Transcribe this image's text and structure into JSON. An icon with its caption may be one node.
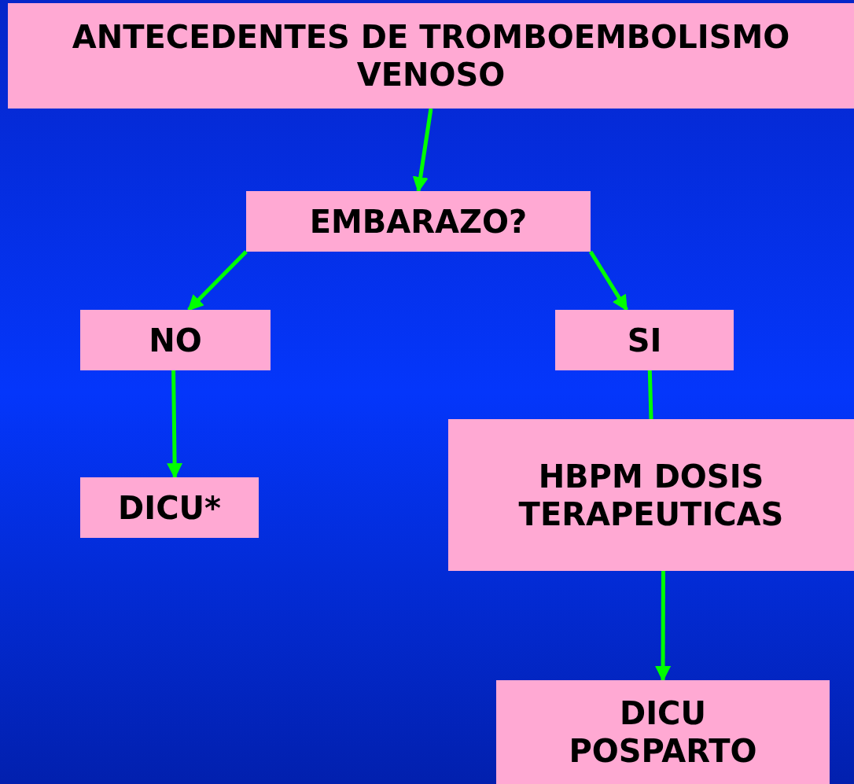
{
  "diagram": {
    "nodes": [
      {
        "text": [
          "ANTECEDENTES DE TROMBOEMBOLISMO VENOSO"
        ]
      },
      {
        "text": [
          "EMBARAZO?"
        ]
      },
      {
        "text": [
          "NO"
        ]
      },
      {
        "text": [
          "SI"
        ]
      },
      {
        "text": [
          "DICU*"
        ]
      },
      {
        "text": [
          "HBPM DOSIS TERAPEUTICAS"
        ]
      },
      {
        "text": [
          "DICU POSPARTO"
        ]
      }
    ],
    "edges": [
      {
        "from": 0,
        "to": 1,
        "arrow": "to"
      },
      {
        "from": 1,
        "to": 2,
        "arrow": "to"
      },
      {
        "from": 1,
        "to": 3,
        "arrow": "to"
      },
      {
        "from": 2,
        "to": 4,
        "arrow": "to"
      },
      {
        "from": 3,
        "to": 5,
        "arrow": "none"
      },
      {
        "from": 5,
        "to": 6,
        "arrow": "to"
      }
    ]
  }
}
